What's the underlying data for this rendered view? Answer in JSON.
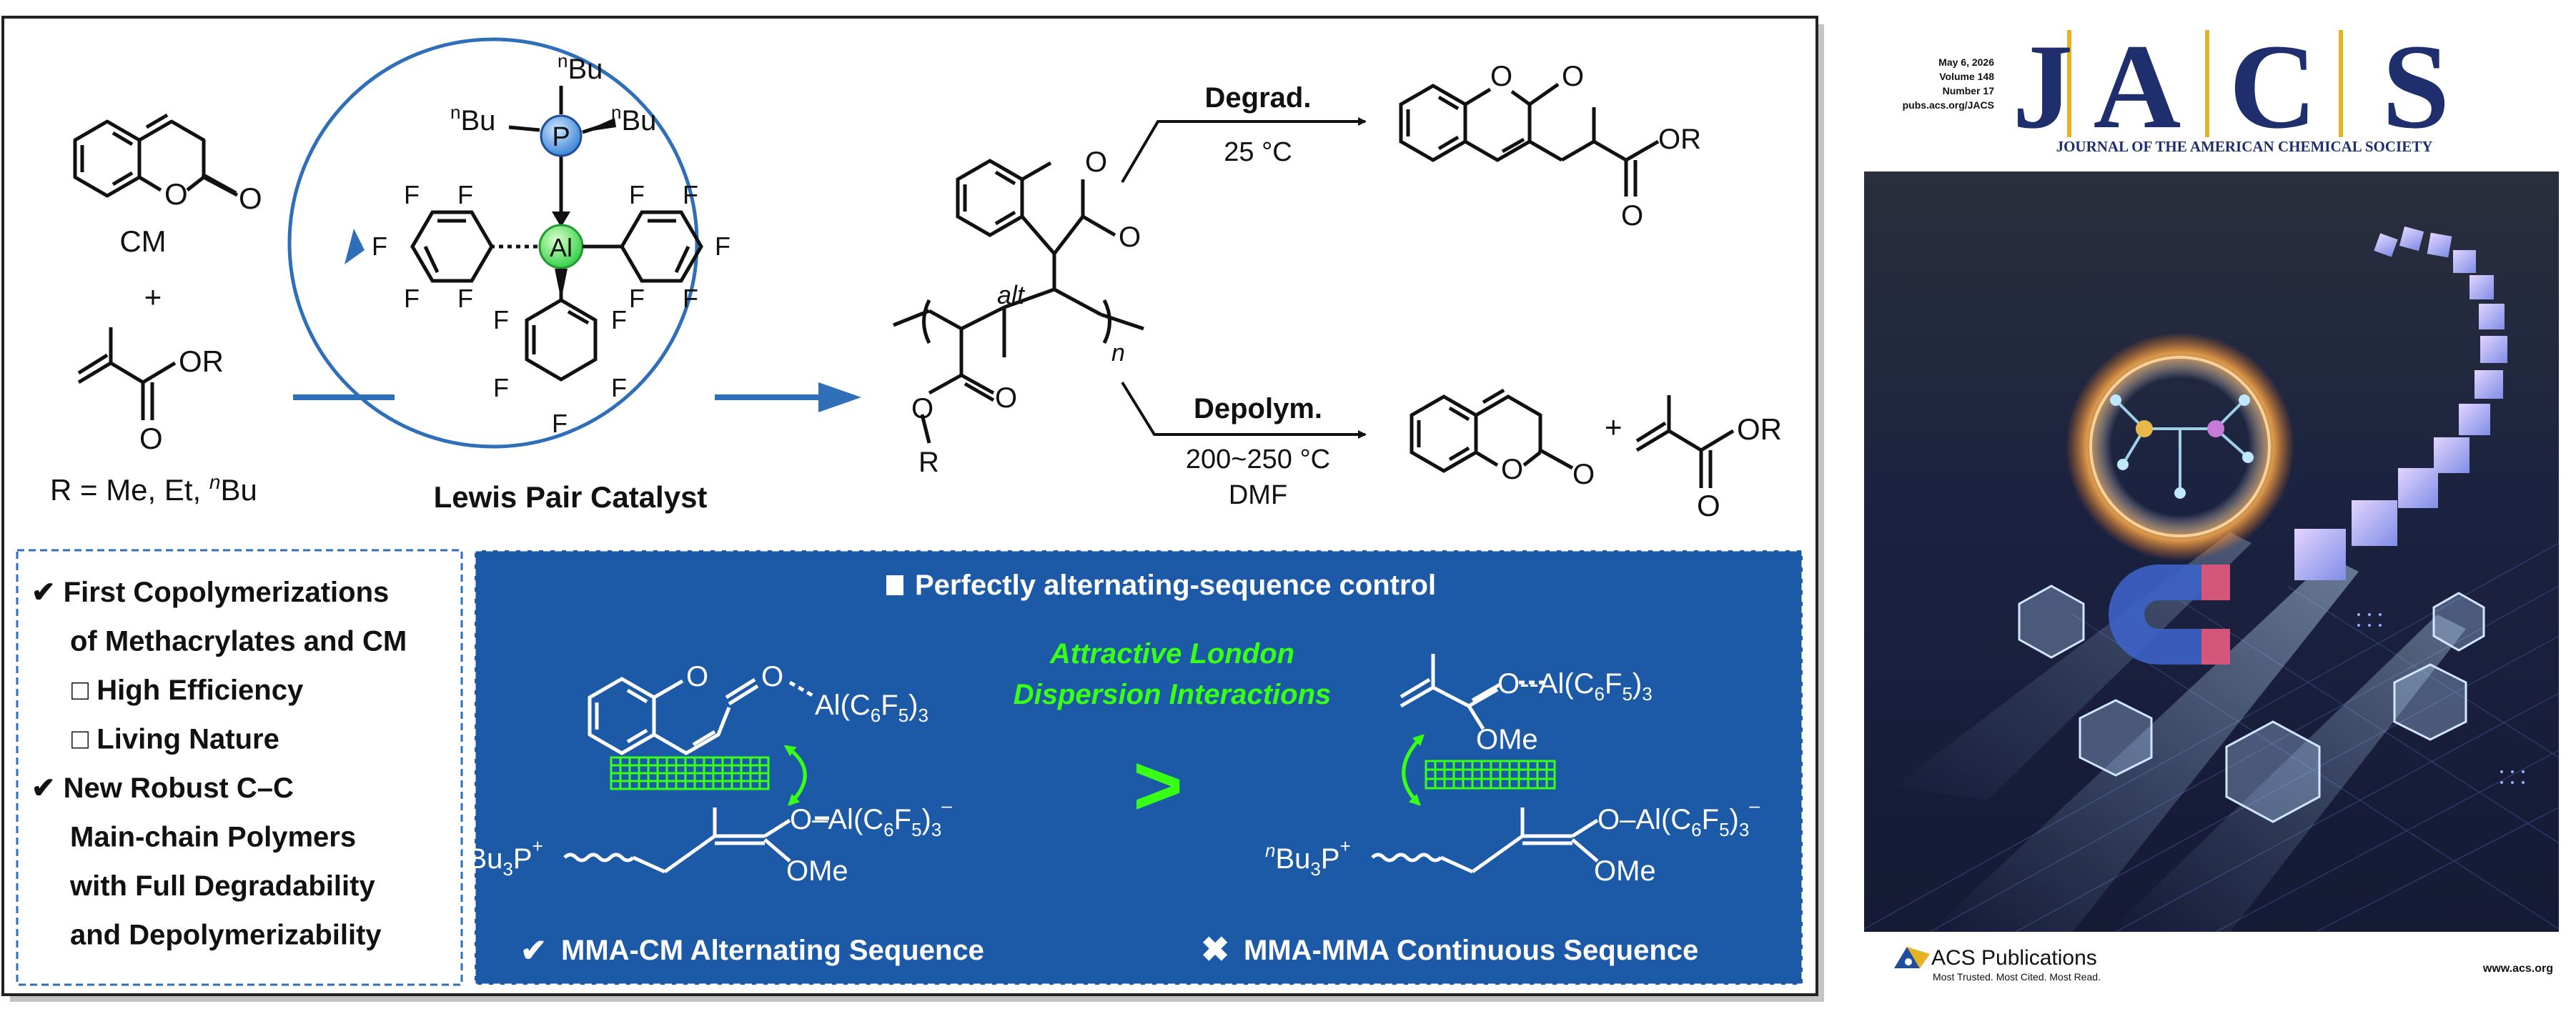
{
  "scheme": {
    "reactant_cm_label": "CM",
    "plus": "+",
    "r_group_line": "R = Me, Et, ",
    "r_group_n": "n",
    "r_group_bu": "Bu",
    "ester_or": "OR",
    "catalyst": {
      "label": "Lewis Pair Catalyst",
      "p_atom": "P",
      "al_atom": "Al",
      "n": "n",
      "bu": "Bu",
      "f": "F"
    },
    "polymer": {
      "alt": "alt",
      "n": "n",
      "o": "O",
      "r": "R"
    },
    "degradation": {
      "label": "Degrad.",
      "conditions": "25 °C"
    },
    "depolymerization": {
      "label": "Depolym.",
      "conditions": "200~250 °C",
      "solvent": "DMF"
    }
  },
  "features": {
    "items": [
      {
        "mark": "✔",
        "text": "First Copolymerizations"
      },
      {
        "mark": "",
        "text": "of Methacrylates and CM"
      },
      {
        "mark": "□",
        "text": "High Efficiency"
      },
      {
        "mark": "□",
        "text": "Living Nature"
      },
      {
        "mark": "✔",
        "text": "New Robust C–C"
      },
      {
        "mark": "",
        "text": "Main-chain Polymers"
      },
      {
        "mark": "",
        "text": "with Full Degradability"
      },
      {
        "mark": "",
        "text": "and Depolymerizability"
      }
    ]
  },
  "mechanism": {
    "header": "Perfectly alternating-sequence control",
    "interaction_line1": "Attractive London",
    "interaction_line2": "Dispersion Interactions",
    "comparison": ">",
    "left_label": "MMA-CM Alternating Sequence",
    "right_label": "MMA-MMA Continuous Sequence",
    "al_c6f5": "Al(C",
    "ome": "OMe",
    "nbu3p": "Bu",
    "colors": {
      "panel": "#1c5aa8",
      "highlight": "#39ff14"
    }
  },
  "journal": {
    "date": "May 6, 2026",
    "volume": "Volume 148",
    "number": "Number 17",
    "url": "pubs.acs.org/JACS",
    "letters": [
      "J",
      "A",
      "C",
      "S"
    ],
    "subtitle": "JOURNAL OF THE AMERICAN CHEMICAL SOCIETY",
    "publisher": "ACS Publications",
    "tagline": "Most Trusted. Most Cited. Most Read.",
    "website": "www.acs.org",
    "colors": {
      "navy": "#1f2f6e",
      "gold": "#e6b325"
    }
  }
}
